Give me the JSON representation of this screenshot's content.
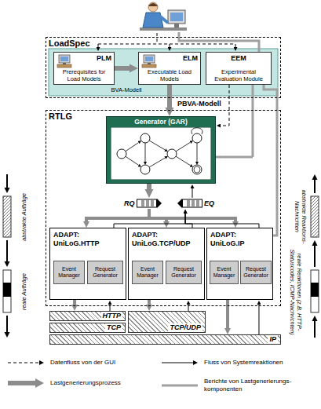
{
  "diagram": {
    "nodes": [
      {
        "text": [
          "LoadSpec"
        ]
      },
      {
        "text": [
          "PLM",
          "Prerequisites for Load Models"
        ],
        "in": 0
      },
      {
        "text": [
          "ELM",
          "Executable Load Models"
        ],
        "in": 0
      },
      {
        "text": [
          "EEM",
          "Experimental Evaluation Module"
        ],
        "in": 0
      },
      {
        "text": [
          "RTLG"
        ]
      },
      {
        "text": [
          "Generator (GAR)"
        ],
        "in": 4
      },
      {
        "text": [
          "RQ"
        ],
        "in": 4
      },
      {
        "text": [
          "EQ"
        ],
        "in": 4
      },
      {
        "text": [
          "ADAPT:",
          "UniLoG.HTTP"
        ],
        "in": 4
      },
      {
        "text": [
          "Event Manager"
        ],
        "in": 8
      },
      {
        "text": [
          "Request Generator"
        ],
        "in": 8
      },
      {
        "text": [
          "ADAPT:",
          "UniLoG.TCP/UDP"
        ],
        "in": 4
      },
      {
        "text": [
          "Event Manager"
        ],
        "in": 11
      },
      {
        "text": [
          "Request Generator"
        ],
        "in": 11
      },
      {
        "text": [
          "ADAPT:",
          "UniLoG.IP"
        ],
        "in": 4
      },
      {
        "text": [
          "Event Manager"
        ],
        "in": 14
      },
      {
        "text": [
          "Request Generator"
        ],
        "in": 14
      },
      {
        "text": [
          "HTTP"
        ]
      },
      {
        "text": [
          "TCP"
        ]
      },
      {
        "text": [
          "TCP/UDP"
        ]
      },
      {
        "text": [
          "IP"
        ]
      }
    ],
    "edges": [
      {
        "from": 1,
        "to": 2,
        "arrow": "to",
        "label": "BVA-Modell"
      },
      {
        "from": 2,
        "to": 5,
        "arrow": "to",
        "label": "PBVA-Modell"
      },
      {
        "from": 3,
        "to": 5,
        "arrow": "to"
      },
      {
        "from": 5,
        "to": 3,
        "arrow": "none"
      },
      {
        "from": 14,
        "to": 3,
        "arrow": "none"
      },
      {
        "from": 5,
        "to": 6,
        "arrow": "to"
      },
      {
        "from": 6,
        "to": 8,
        "arrow": "to"
      },
      {
        "from": 6,
        "to": 11,
        "arrow": "to"
      },
      {
        "from": 6,
        "to": 14,
        "arrow": "to"
      },
      {
        "from": 8,
        "to": 7,
        "arrow": "to"
      },
      {
        "from": 11,
        "to": 7,
        "arrow": "to"
      },
      {
        "from": 14,
        "to": 7,
        "arrow": "to"
      },
      {
        "from": 7,
        "to": 5,
        "arrow": "to"
      },
      {
        "from": 8,
        "to": 17,
        "arrow": "to"
      },
      {
        "from": 11,
        "to": 19,
        "arrow": "to"
      },
      {
        "from": 14,
        "to": 20,
        "arrow": "to"
      },
      {
        "from": 17,
        "to": 8,
        "arrow": "to"
      },
      {
        "from": 19,
        "to": 11,
        "arrow": "to"
      },
      {
        "from": 20,
        "to": 14,
        "arrow": "to"
      }
    ],
    "labels": [
      "abstrakte Aufträge",
      "reale Aufträge",
      "abstrakte Reaktions-Nachrichten",
      "reale Reaktionen (z.B. HTTP-Statuscodes, ICMP-Nachrichten)"
    ],
    "legend": [
      {
        "text": "Datenfluss von der GUI"
      },
      {
        "text": "Fluss von Systemreaktionen"
      },
      {
        "text": "Lastgenerierungsprozess"
      },
      {
        "text": "Berichte von Lastgenerierungs-komponenten"
      }
    ]
  }
}
